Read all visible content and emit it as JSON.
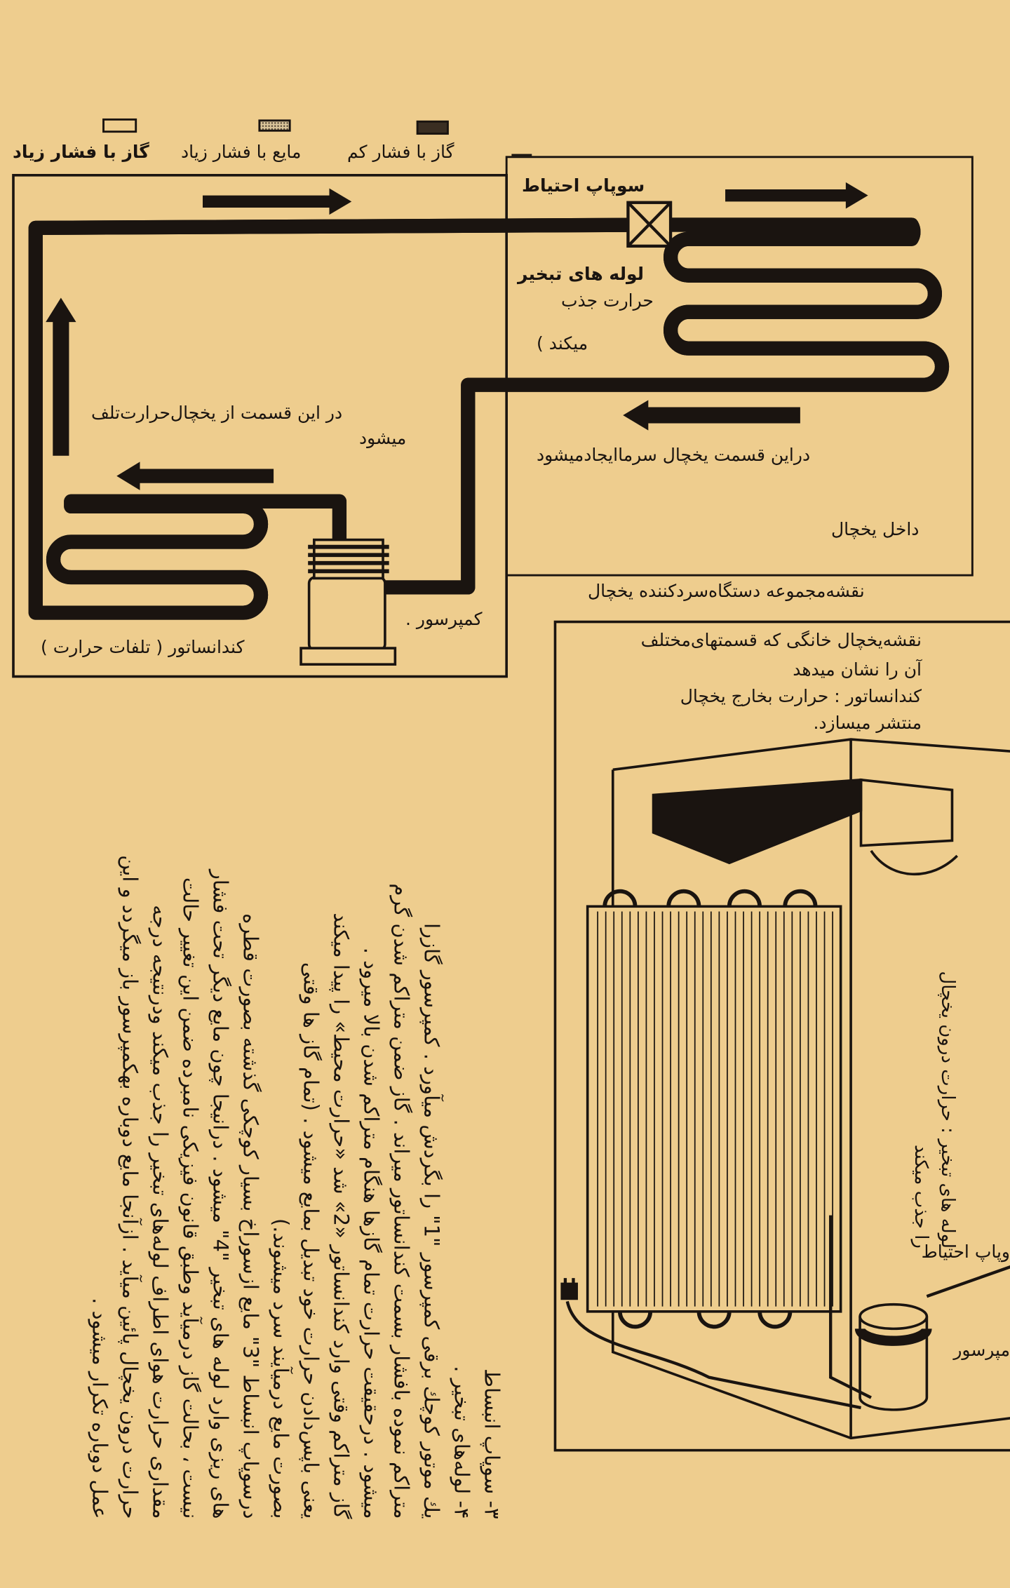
{
  "legend": [
    {
      "label": "گاز با فشار زیاد"
    },
    {
      "label": "مایع با فشار زیاد"
    },
    {
      "label": "گاز با فشار کم"
    }
  ],
  "diagram1": {
    "safety_valve": "سوپاپ احتیاط",
    "evaporator_line1": "لوله های تبخیر",
    "evaporator_line2": "حرارت جذب",
    "evaporator_line3": "میکند )",
    "heat_loss_line1": "در این قسمت از یخچال‌حرارت‌تلف",
    "heat_loss_line2": "میشود",
    "cold_zone": "دراین قسمت یخچال سرماایجادمیشود",
    "inside_fridge": "داخل یخچال",
    "compressor": "کمپرسور .",
    "condenser": "کندانساتور ( تلفات حرارت )",
    "caption": "نقشه‌مجموعه دستگاه‌سردکننده یخچال"
  },
  "diagram2": {
    "caption_lines": [
      "نقشه‌یخچال خانگی که قسمتهای‌مختلف",
      "آن را نشان میدهد",
      "کندانساتور : حرارت بخارج یخچال",
      "منتشر میسازد."
    ],
    "side_lines": [
      "لوله های تبخیر : حرارت درون یخچال",
      "را جذب میکند"
    ],
    "safety_valve": "وپاپ احتیاط",
    "compressor": "مپرسور"
  },
  "body_lines": [
    "۳- سوپاپ انبساط",
    "۴- لوله‌های تبخیر .",
    "یك موتور کوچك برقی کمپرسور \"1\" را بگردش میآورد . کمپرسور گازرا",
    "متراکم نموده بافشار بسمت کندانساتور میراند . گاز ضمن متراکم شدن گرم",
    "میشود . درحقیقت حرارت تمام گازها هنگام متراکم شدن بالا میرود .",
    "گاز متراکم وقتی وارد کندانساتور «2» شد «حرارت محیط» را پیدا میکند",
    "یعنی باپس‌دادن حرارت خود تبدیل بمایع میشود . (تمام گاز ها وقتی",
    "بصورت مایع درمیآیند سرد میشوند.)",
    "درسوپاپ انبساط \"3\" مایع ازسوراخ بسیار کوچکی گذشته بصورت قطره",
    "های ریزی وارد لوله های تبخیر \"4\" میشود . درانیجا چون مایع دیگر تحت فشار",
    "نیست ، بحالت گاز درمیآید وطبق قانون فیزیکی نامبرده ضمن این تغییر حالت",
    "مقداری حرارت هوای اطراف لوله‌های تبخیر را جذب میکند ودرنتیجه درجه",
    "حرارت درون یخچال پائین میآید . ازآنجا مایع دوباره بهکمپرسور باز میگردد و این",
    "عمل دوباره تکرار میشود ."
  ],
  "colors": {
    "paper": "#eecd8e",
    "ink": "#1a1410"
  }
}
